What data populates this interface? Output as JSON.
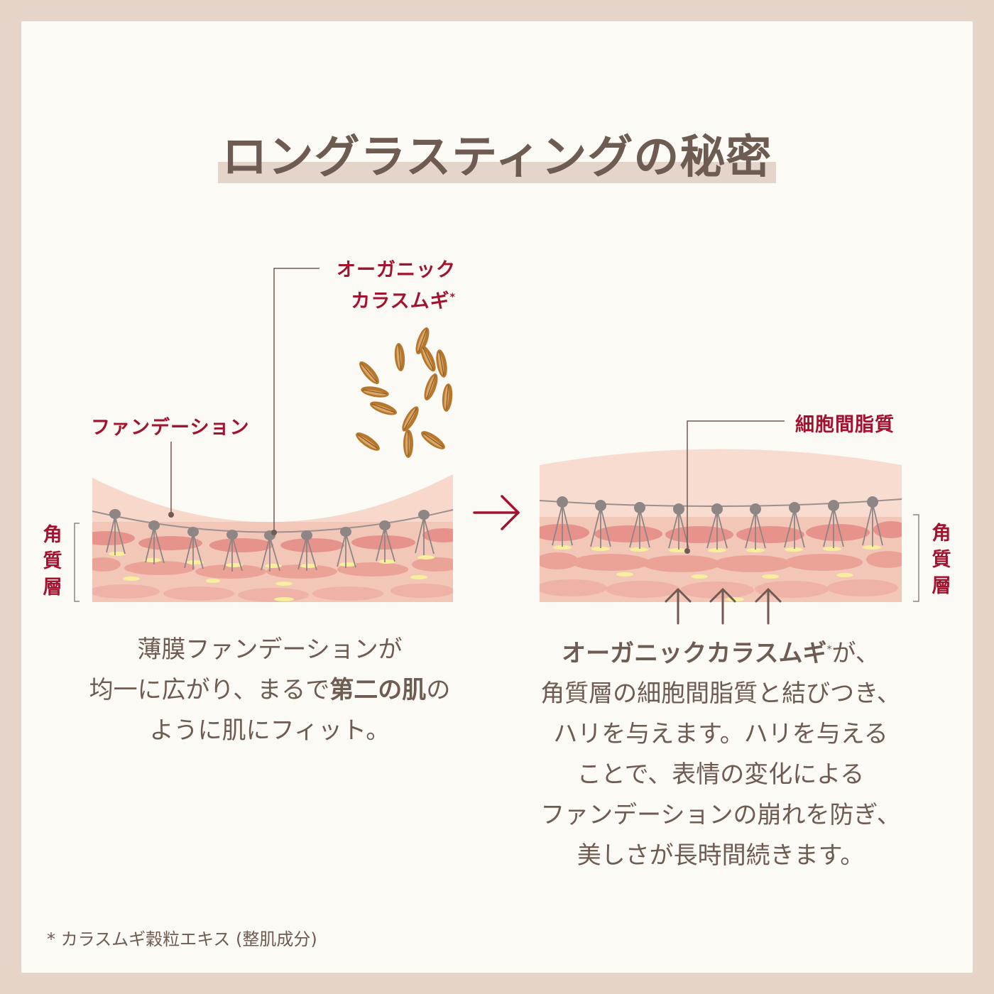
{
  "title": "ロングラスティングの秘密",
  "labels": {
    "oat_line1": "オーガニック",
    "oat_line2": "カラスムギ",
    "oat_mark": "*",
    "foundation": "ファンデーション",
    "lipid": "細胞間脂質",
    "stratum_left": [
      "角",
      "質",
      "層"
    ],
    "stratum_right": [
      "角",
      "質",
      "層"
    ]
  },
  "left_description": {
    "line1": "薄膜ファンデーションが",
    "line2_pre": "均一に広がり、まるで",
    "line2_bold": "第二の肌",
    "line2_post": "の",
    "line3": "ように肌にフィット。"
  },
  "right_description": {
    "line1_bold": "オーガニックカラスムギ",
    "line1_mark": "*",
    "line1_post": "が、",
    "line2": "角質層の細胞間脂質と結びつき、",
    "line3": "ハリを与えます。ハリを与える",
    "line4": "ことで、表情の変化による",
    "line5": "ファンデーションの崩れを防ぎ、",
    "line6": "美しさが長時間続きます。"
  },
  "footnote": "* カラスムギ穀粒エキス (整肌成分)",
  "colors": {
    "frame": "#e7d4c9",
    "background": "#fcfaf5",
    "title_text": "#6e5b52",
    "title_highlight": "#e5d4ca",
    "accent_red": "#a3122f",
    "skin_pink": "#f2c3b4",
    "cell_red": "#e48a84",
    "grain_brown": "#b5772e"
  },
  "icons": {
    "arrow_right": "arrow-right-icon",
    "arrow_up": "arrow-up-icon",
    "grains": "oat-grain-icon"
  }
}
